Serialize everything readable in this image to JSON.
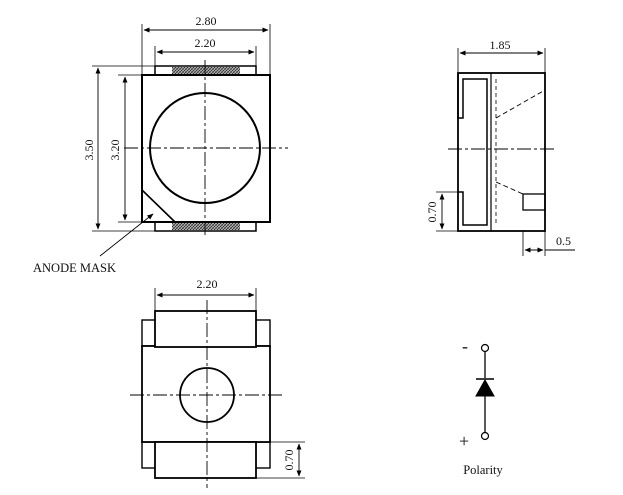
{
  "top_view": {
    "width_outer": "2.80",
    "width_inner": "2.20",
    "height_outer": "3.50",
    "height_inner": "3.20",
    "anode_label": "ANODE MASK"
  },
  "side_view": {
    "depth": "1.85",
    "lead_height": "0.70",
    "lead_width": "0.5"
  },
  "bottom_view": {
    "pad_width": "2.20",
    "pad_height": "0.70"
  },
  "polarity": {
    "minus": "-",
    "plus": "+",
    "label": "Polarity"
  }
}
